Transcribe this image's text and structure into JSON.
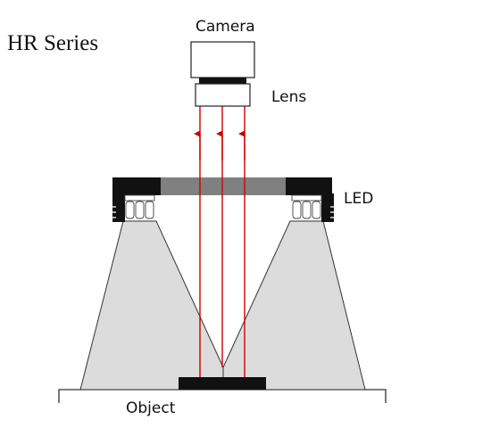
{
  "title": "HR Series",
  "labels": {
    "camera": "Camera",
    "lens": "Lens",
    "led": "LED",
    "object": "Object"
  },
  "colors": {
    "ray": "#cc0000",
    "light_cone": "#dcdcdc",
    "housing": "#111111",
    "diffuser": "#808080"
  }
}
